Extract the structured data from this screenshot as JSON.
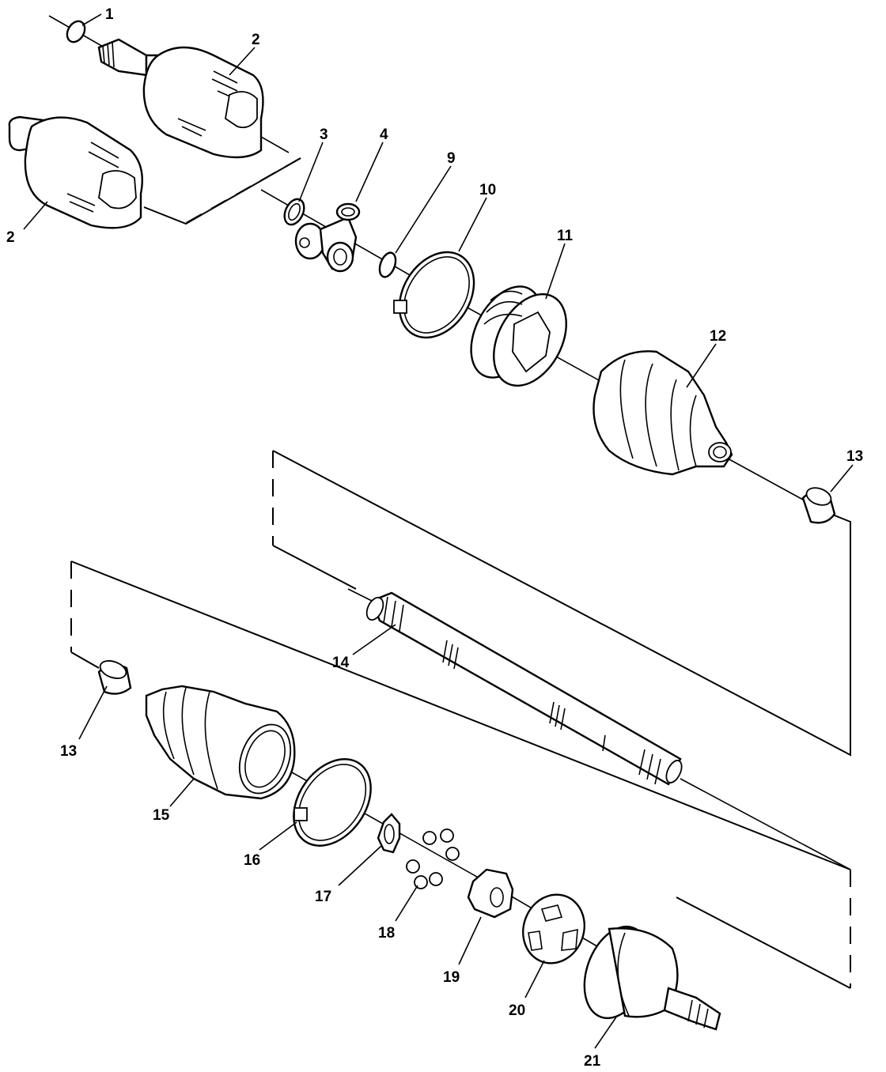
{
  "callouts": [
    {
      "id": "c1",
      "text": "1"
    },
    {
      "id": "c2a",
      "text": "2"
    },
    {
      "id": "c2b",
      "text": "2"
    },
    {
      "id": "c3",
      "text": "3"
    },
    {
      "id": "c4",
      "text": "4"
    },
    {
      "id": "c9",
      "text": "9"
    },
    {
      "id": "c10",
      "text": "10"
    },
    {
      "id": "c11",
      "text": "11"
    },
    {
      "id": "c12",
      "text": "12"
    },
    {
      "id": "c13a",
      "text": "13"
    },
    {
      "id": "c14",
      "text": "14"
    },
    {
      "id": "c13b",
      "text": "13"
    },
    {
      "id": "c15",
      "text": "15"
    },
    {
      "id": "c16",
      "text": "16"
    },
    {
      "id": "c17",
      "text": "17"
    },
    {
      "id": "c18",
      "text": "18"
    },
    {
      "id": "c19",
      "text": "19"
    },
    {
      "id": "c20",
      "text": "20"
    },
    {
      "id": "c21",
      "text": "21"
    }
  ],
  "colors": {
    "ink": "#000000",
    "paper": "#ffffff"
  }
}
